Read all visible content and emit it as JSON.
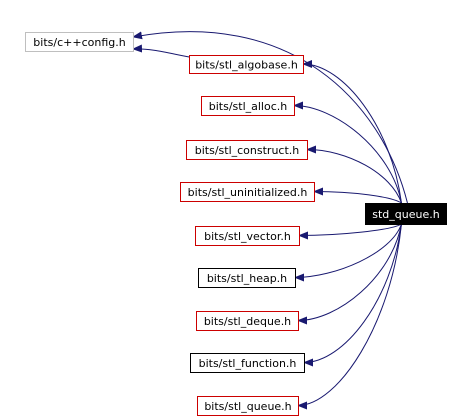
{
  "diagram": {
    "colors": {
      "edge": "#191970",
      "border_incomplete": "#cc0000",
      "border_complete": "#000000",
      "border_external": "#bfbfbf",
      "root_fill": "#000000",
      "root_text": "#ffffff",
      "text": "#000000"
    },
    "root": {
      "id": "std_queue",
      "label": "std_queue.h"
    },
    "nodes": [
      {
        "id": "cpp_config",
        "label": "bits/c++config.h",
        "style": "external"
      },
      {
        "id": "stl_algobase",
        "label": "bits/stl_algobase.h",
        "style": "incomplete"
      },
      {
        "id": "stl_alloc",
        "label": "bits/stl_alloc.h",
        "style": "incomplete"
      },
      {
        "id": "stl_construct",
        "label": "bits/stl_construct.h",
        "style": "incomplete"
      },
      {
        "id": "stl_uninit",
        "label": "bits/stl_uninitialized.h",
        "style": "incomplete"
      },
      {
        "id": "stl_vector",
        "label": "bits/stl_vector.h",
        "style": "incomplete"
      },
      {
        "id": "stl_heap",
        "label": "bits/stl_heap.h",
        "style": "complete"
      },
      {
        "id": "stl_deque",
        "label": "bits/stl_deque.h",
        "style": "incomplete"
      },
      {
        "id": "stl_function",
        "label": "bits/stl_function.h",
        "style": "complete"
      },
      {
        "id": "stl_queue",
        "label": "bits/stl_queue.h",
        "style": "incomplete"
      }
    ],
    "edges": [
      {
        "from": "std_queue",
        "to": "cpp_config"
      },
      {
        "from": "stl_algobase",
        "to": "cpp_config"
      },
      {
        "from": "std_queue",
        "to": "stl_algobase"
      },
      {
        "from": "std_queue",
        "to": "stl_alloc"
      },
      {
        "from": "std_queue",
        "to": "stl_construct"
      },
      {
        "from": "std_queue",
        "to": "stl_uninit"
      },
      {
        "from": "std_queue",
        "to": "stl_vector"
      },
      {
        "from": "std_queue",
        "to": "stl_heap"
      },
      {
        "from": "std_queue",
        "to": "stl_deque"
      },
      {
        "from": "std_queue",
        "to": "stl_function"
      },
      {
        "from": "std_queue",
        "to": "stl_queue"
      }
    ]
  }
}
